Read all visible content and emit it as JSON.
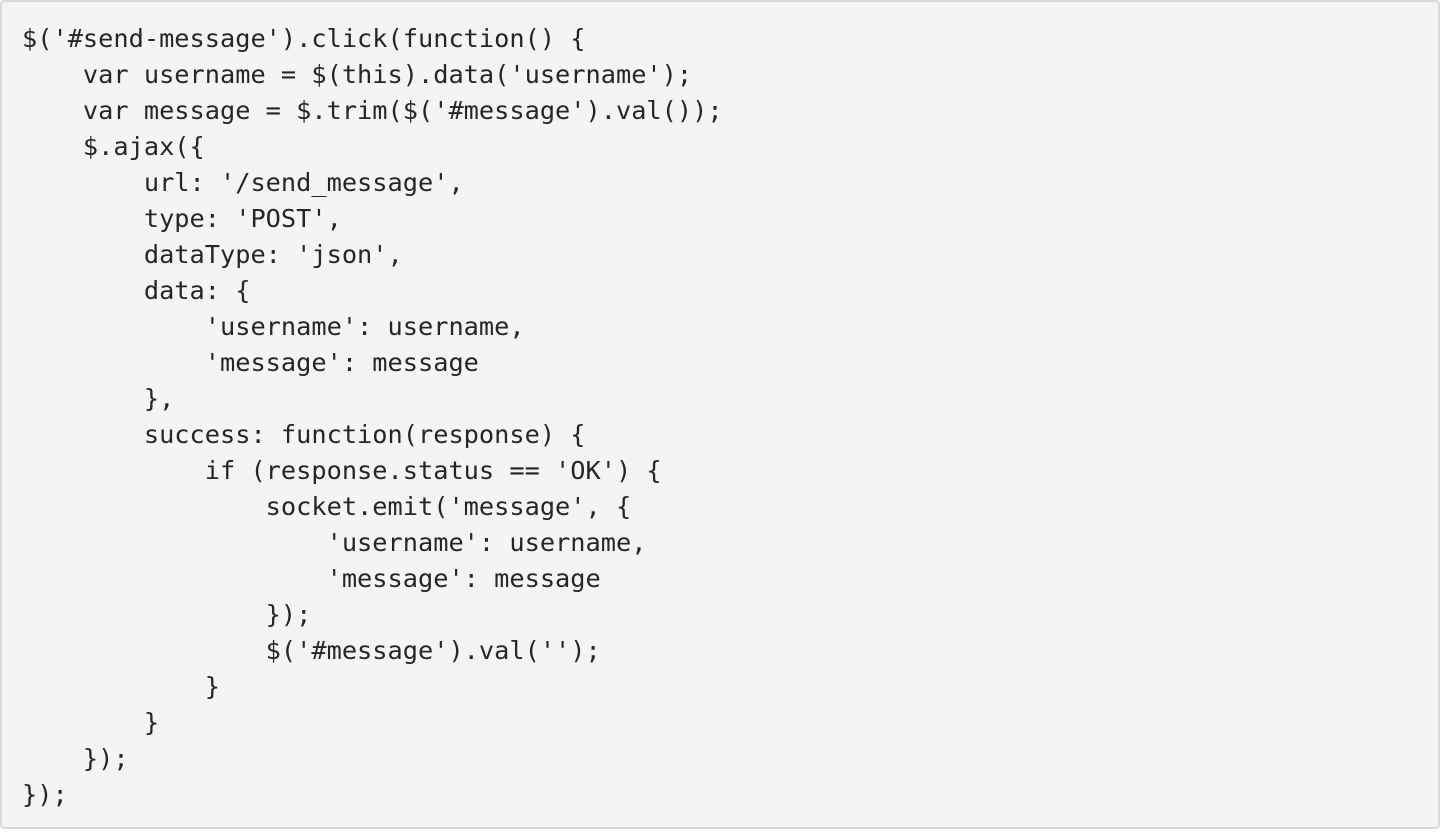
{
  "code_block": {
    "lines": [
      "$('#send-message').click(function() {",
      "    var username = $(this).data('username');",
      "    var message = $.trim($('#message').val());",
      "    $.ajax({",
      "        url: '/send_message',",
      "        type: 'POST',",
      "        dataType: 'json',",
      "        data: {",
      "            'username': username,",
      "            'message': message",
      "        },",
      "        success: function(response) {",
      "            if (response.status == 'OK') {",
      "                socket.emit('message', {",
      "                    'username': username,",
      "                    'message': message",
      "                });",
      "                $('#message').val('');",
      "            }",
      "        }",
      "    });",
      "});"
    ]
  }
}
